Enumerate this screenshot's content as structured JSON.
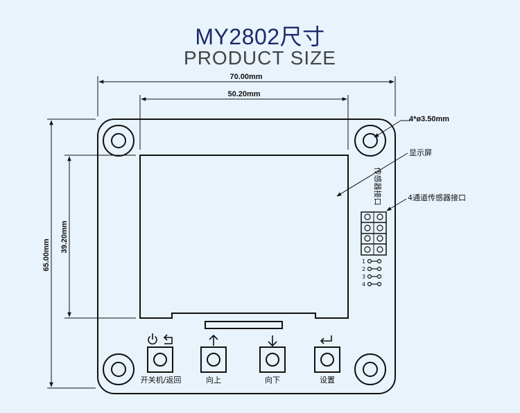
{
  "header": {
    "title": "MY2802尺寸",
    "subtitle": "PRODUCT SIZE"
  },
  "dimensions": {
    "board_width": "70.00mm",
    "display_width": "50.20mm",
    "board_height": "65.00mm",
    "display_height": "39.20mm",
    "holes": "4*ø3.50mm"
  },
  "annotations": {
    "display_label": "显示屏",
    "sensor_port_label": "4通道传感器接口",
    "sensor_port_vertical": "传感器接口",
    "pins": [
      "1",
      "2",
      "3",
      "4"
    ]
  },
  "buttons": [
    {
      "label": "开关机/返回",
      "icon": "power-back-icon"
    },
    {
      "label": "向上",
      "icon": "arrow-up-icon"
    },
    {
      "label": "向下",
      "icon": "arrow-down-icon"
    },
    {
      "label": "设置",
      "icon": "enter-icon"
    }
  ],
  "colors": {
    "background": "#e9f3fb",
    "title": "#1a2a6a",
    "subtitle": "#444444",
    "line": "#111111"
  }
}
